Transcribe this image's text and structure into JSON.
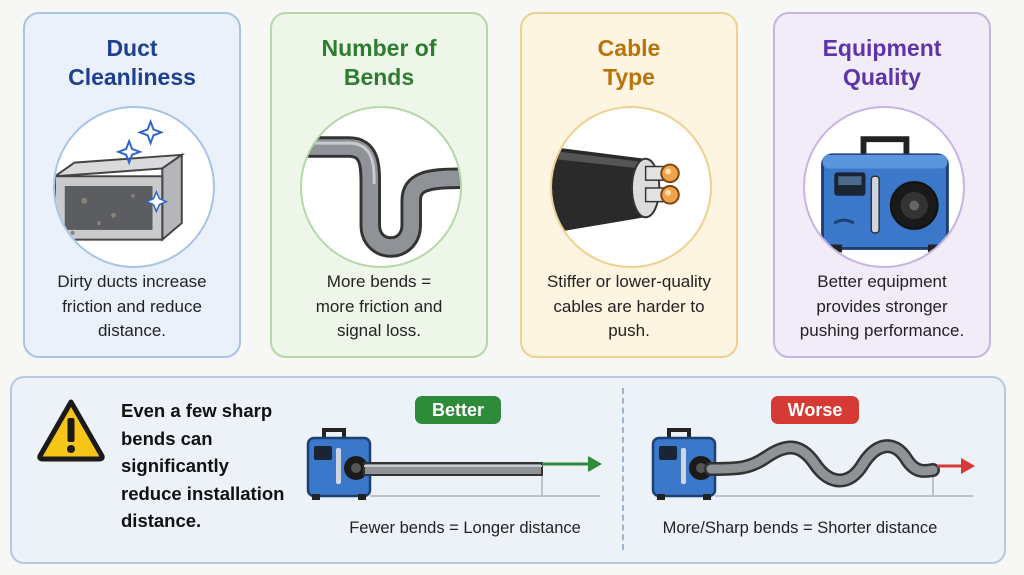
{
  "cards": [
    {
      "title": "Duct\nCleanliness",
      "description": "Dirty ducts increase\nfriction and reduce\ndistance.",
      "icon": "dirty-duct-icon"
    },
    {
      "title": "Number of\nBends",
      "description": "More bends =\nmore friction and\nsignal loss.",
      "icon": "bent-pipe-icon"
    },
    {
      "title": "Cable\nType",
      "description": "Stiffer or lower-quality\ncables are harder to\npush.",
      "icon": "cable-cross-section-icon"
    },
    {
      "title": "Equipment\nQuality",
      "description": "Better equipment\nprovides stronger\npushing performance.",
      "icon": "blowing-machine-icon"
    }
  ],
  "warning": {
    "icon": "warning-triangle-icon",
    "text": "Even a few sharp\nbends can\nsignificantly\nreduce installation\ndistance."
  },
  "comparison": {
    "better": {
      "label": "Better",
      "caption": "Fewer bends = Longer distance",
      "color": "#2e8b3a"
    },
    "worse": {
      "label": "Worse",
      "caption": "More/Sharp bends = Shorter distance",
      "color": "#d63a35"
    }
  },
  "colors": {
    "blue": "#1f3f8f",
    "green": "#2e7d2e",
    "orange": "#b8730a",
    "purple": "#5e35a8"
  }
}
